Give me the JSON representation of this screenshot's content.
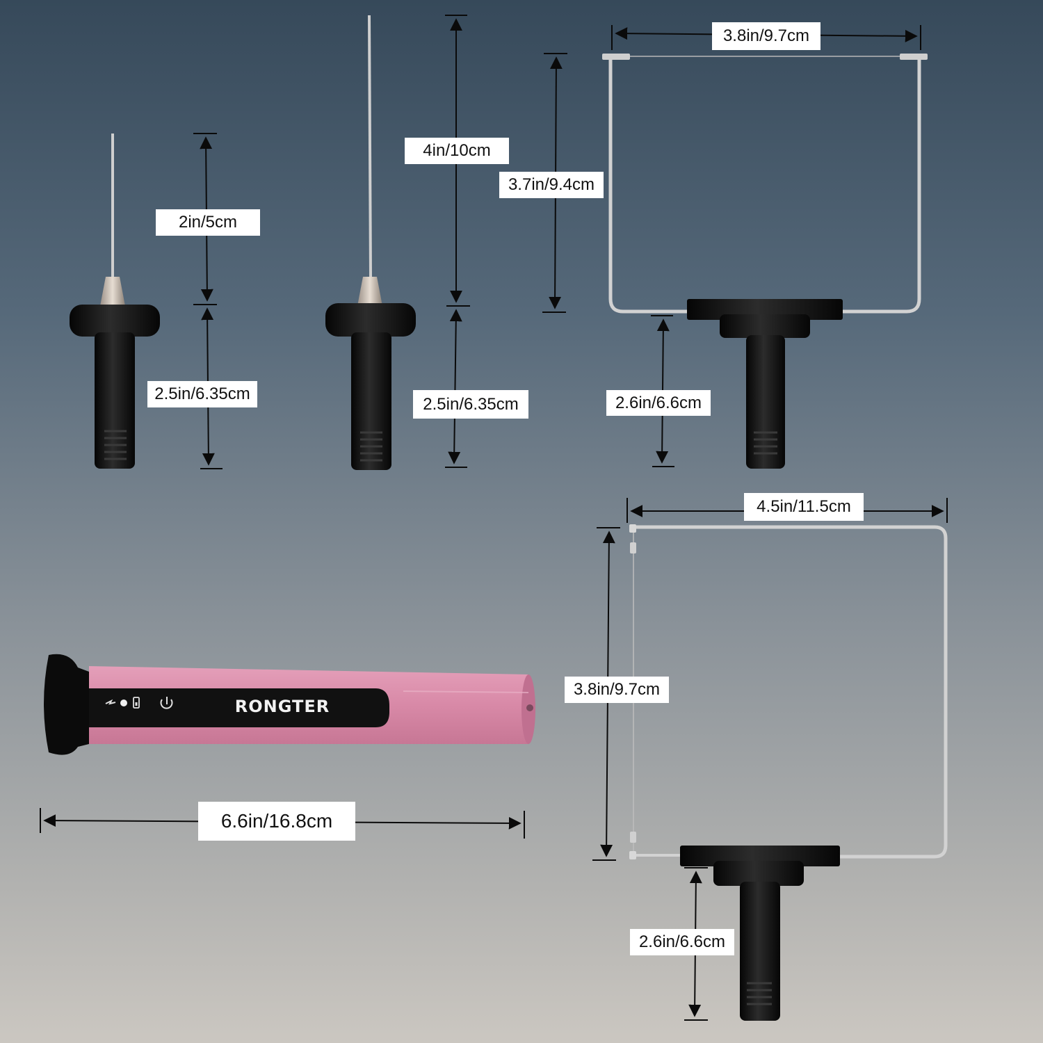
{
  "product": {
    "brand_text": "RONGTER",
    "handle_color": "#d98aa8",
    "grip_color": "#111111",
    "wire_color": "#c9c9c9"
  },
  "icons": [
    "bolt-icon",
    "led-indicator-icon",
    "battery-icon",
    "power-icon"
  ],
  "dimensions": {
    "short_tip_blade": "2in/5cm",
    "short_tip_handle": "2.5in/6.35cm",
    "long_tip_blade": "4in/10cm",
    "long_tip_handle": "2.5in/6.35cm",
    "small_bow_width": "3.8in/9.7cm",
    "small_bow_height": "3.7in/9.4cm",
    "small_bow_handle": "2.6in/6.6cm",
    "large_bow_width": "4.5in/11.5cm",
    "large_bow_height": "3.8in/9.7cm",
    "large_bow_handle": "2.6in/6.6cm",
    "pen_length": "6.6in/16.8cm"
  }
}
